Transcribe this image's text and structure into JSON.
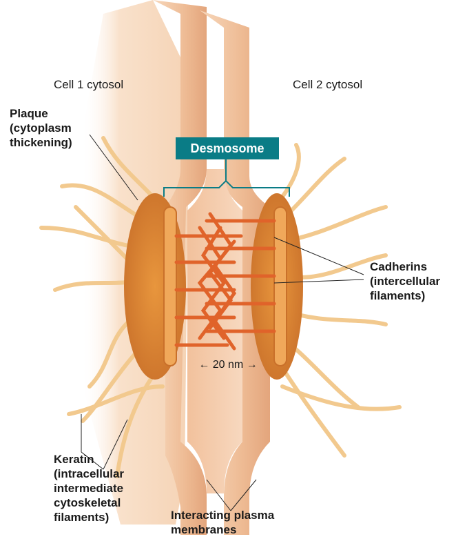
{
  "labels": {
    "cell1_cytosol": "Cell 1 cytosol",
    "cell2_cytosol": "Cell 2 cytosol",
    "plaque": "Plaque\n(cytoplasm\nthickening)",
    "desmosome": "Desmosome",
    "cadherins": "Cadherins\n(intercellular\nfilaments)",
    "distance": "← 20 nm →",
    "keratin": "Keratin\n(intracellular\nintermediate\ncytoskeletal\nfilaments)",
    "membranes": "Interacting plasma\nmembranes"
  },
  "colors": {
    "membrane_light": "#f6d4b6",
    "membrane_mid": "#e9b48d",
    "plaque": "#d9822f",
    "cadherin": "#e0632a",
    "keratin": "#f2c98e",
    "desmosome_tag": "#0a7c86"
  }
}
